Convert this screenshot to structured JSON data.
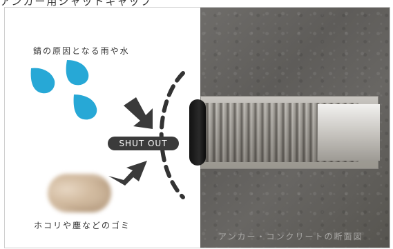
{
  "top_caption": "アンカー用シャットキャップ",
  "labels": {
    "rust_cause": "錆の原因となる雨や水",
    "dust": "ホコリや塵などのゴミ",
    "shut_out": "SHUT OUT",
    "watermark": "アンカー・コンクリートの断面図"
  },
  "colors": {
    "water_drop": "#27a8d6",
    "arrow": "#3a3a3a",
    "badge": "#3b3b3b",
    "concrete": "#5f5d59"
  },
  "icons": {
    "water": "water-drop-icon",
    "dust": "dust-ball-icon",
    "arrow": "arrow-icon"
  }
}
